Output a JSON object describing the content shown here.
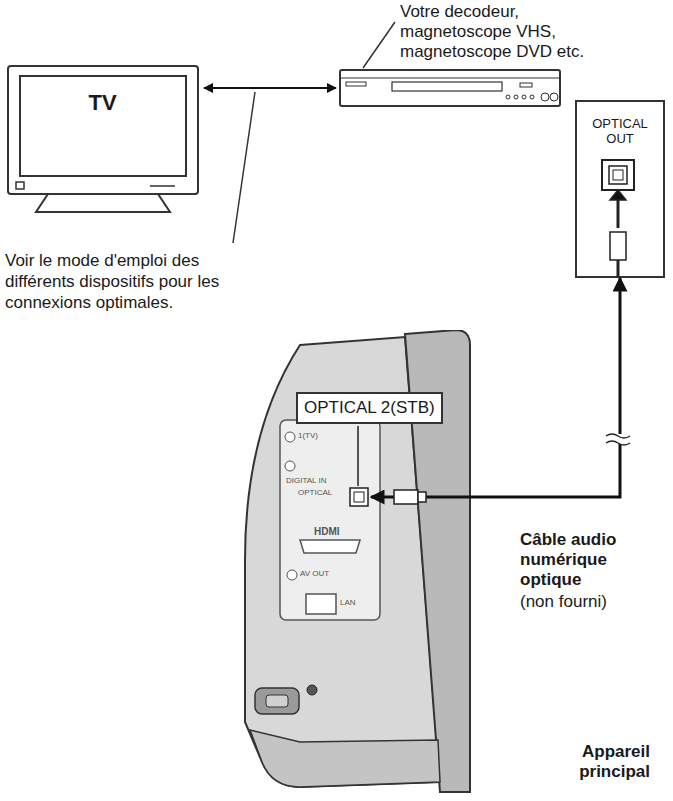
{
  "diagram": {
    "nodes": [
      {
        "text": [
          "TV"
        ]
      },
      {
        "text": [
          "Votre decodeur, magnetoscope VHS, magnetoscope DVD etc."
        ]
      },
      {
        "text": [
          "OPTICAL OUT"
        ]
      },
      {
        "text": [
          "Appareil principal"
        ]
      },
      {
        "text": [
          "OPTICAL 2(STB)"
        ],
        "in": 3
      }
    ],
    "edges": [
      {
        "from": 0,
        "to": 1,
        "arrow": "both"
      },
      {
        "from": 2,
        "to": 3,
        "arrow": "both"
      }
    ],
    "labels": [
      "Voir le mode d'emploi des différents dispositifs pour les connexions optimales.",
      "Câble audio numérique optique",
      "(non fourni)",
      "1(TV)",
      "DIGITAL IN",
      "OPTICAL",
      "HDMI",
      "AV OUT",
      "LAN"
    ]
  }
}
